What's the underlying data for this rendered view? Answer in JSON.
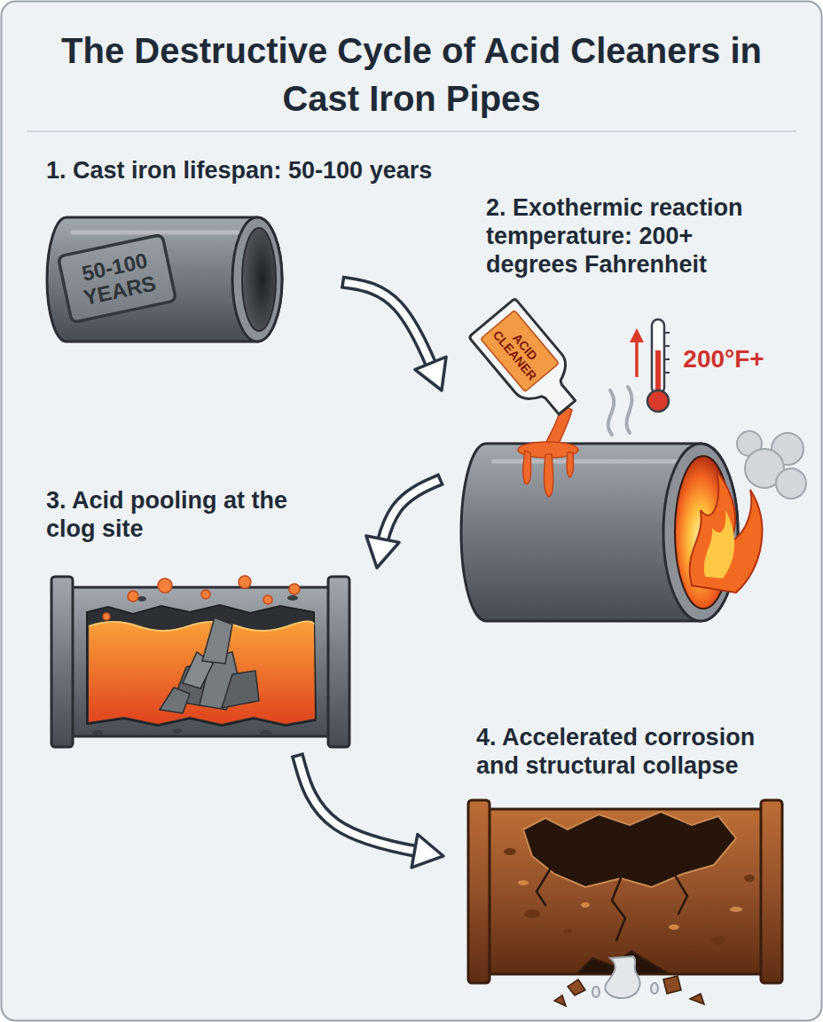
{
  "diagram": {
    "title": "The Destructive Cycle of Acid Cleaners in Cast Iron Pipes",
    "nodes": [
      {
        "text": [
          "1. Cast iron lifespan: 50-100 years"
        ]
      },
      {
        "text": [
          "2. Exothermic reaction temperature: 200+ degrees Fahrenheit"
        ]
      },
      {
        "text": [
          "3. Acid pooling at the clog site"
        ]
      },
      {
        "text": [
          "4. Accelerated corrosion and structural collapse"
        ]
      }
    ],
    "edges": [
      {
        "from": 0,
        "to": 1,
        "arrow": "to"
      },
      {
        "from": 1,
        "to": 2,
        "arrow": "to"
      },
      {
        "from": 2,
        "to": 3,
        "arrow": "to"
      }
    ],
    "labels": [
      "50-100 YEARS",
      "ACID CLEANER",
      "200°F+"
    ]
  }
}
